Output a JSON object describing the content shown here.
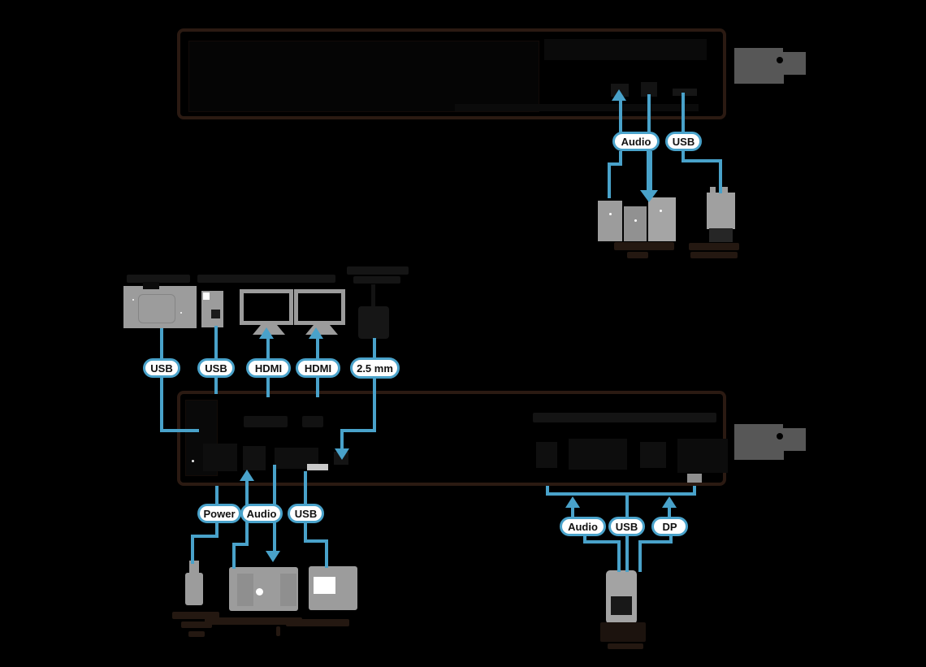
{
  "labels": {
    "top_outputs": [
      "Audio",
      "USB"
    ],
    "mid_inputs": [
      "USB",
      "USB",
      "HDMI",
      "HDMI",
      "2.5 mm"
    ],
    "bottom_left": [
      "Power",
      "Audio",
      "USB"
    ],
    "bottom_right": [
      "Audio",
      "USB",
      "DP"
    ]
  },
  "colors": {
    "background": "#000000",
    "cable_blue": "#49a2ca",
    "pill_fill": "#ffffff",
    "pill_border": "#49a2ca",
    "pill_text": "#111111",
    "device_outline": "#2b1a12",
    "device_fill": "#000000",
    "peripheral_gray": "#9c9c9c",
    "callout_gray": "#575757",
    "label_smudge": "#241811"
  },
  "icons": [
    {
      "name": "callout-icon",
      "shape": "stepped-rectangle with dot"
    },
    {
      "name": "speakers-icon"
    },
    {
      "name": "usb-dongle-icon"
    },
    {
      "name": "keypad-icon"
    },
    {
      "name": "camera-icon"
    },
    {
      "name": "display-icon"
    },
    {
      "name": "ir-emitter-icon"
    },
    {
      "name": "power-plug-icon"
    },
    {
      "name": "amplifier-icon"
    },
    {
      "name": "usb-plug-icon"
    },
    {
      "name": "laptop-icon"
    }
  ]
}
